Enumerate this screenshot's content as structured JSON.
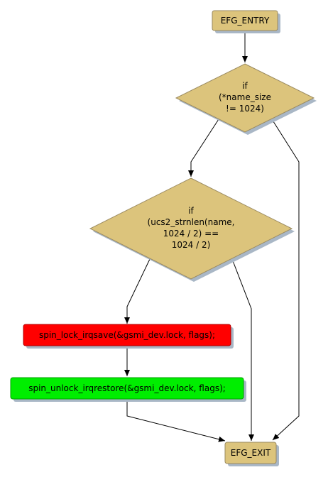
{
  "nodes": {
    "entry": {
      "label": "EFG_ENTRY"
    },
    "cond1": {
      "lines": [
        "if",
        "(*name_size",
        "!= 1024)"
      ]
    },
    "cond2": {
      "lines": [
        "if",
        "(ucs2_strnlen(name,",
        "1024 / 2) ==",
        "1024 / 2)"
      ]
    },
    "lock": {
      "label": "spin_lock_irqsave(&gsmi_dev.lock, flags);"
    },
    "unlock": {
      "label": "spin_unlock_irqrestore(&gsmi_dev.lock, flags);"
    },
    "exit": {
      "label": "EFG_EXIT"
    }
  },
  "colors": {
    "node_fill": "#dcc47c",
    "node_stroke": "#9a8a60",
    "shadow": "#a9b7c6",
    "lock_fill": "#ff0000",
    "unlock_fill": "#00ee00",
    "edge": "#000000"
  }
}
